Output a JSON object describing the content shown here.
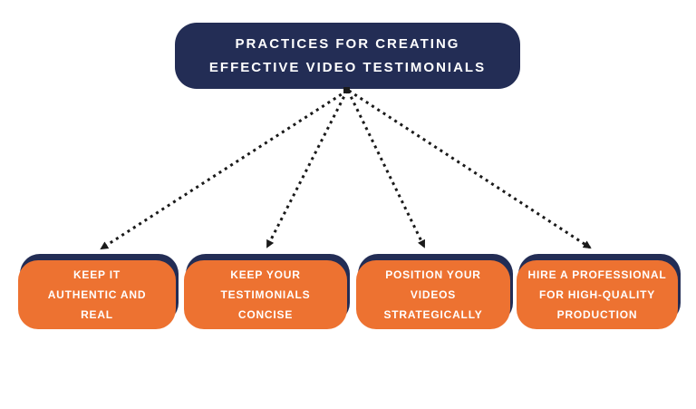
{
  "title": {
    "lines": [
      "PRACTICES FOR CREATING",
      "EFFECTIVE VIDEO TESTIMONIALS"
    ]
  },
  "cards": [
    {
      "label": "KEEP IT AUTHENTIC AND REAL",
      "lines": [
        "KEEP IT",
        "AUTHENTIC AND",
        "REAL"
      ]
    },
    {
      "label": "KEEP YOUR TESTIMONIALS CONCISE",
      "lines": [
        "KEEP YOUR",
        "TESTIMONIALS",
        "CONCISE"
      ]
    },
    {
      "label": "POSITION YOUR VIDEOS STRATEGICALLY",
      "lines": [
        "POSITION YOUR",
        "VIDEOS",
        "STRATEGICALLY"
      ]
    },
    {
      "label": "HIRE A PROFESSIONAL FOR HIGH-QUALITY PRODUCTION",
      "lines": [
        "HIRE A PROFESSIONAL",
        "FOR HIGH-QUALITY",
        "PRODUCTION"
      ]
    }
  ],
  "colors": {
    "navy": "#232D55",
    "orange": "#ED7231",
    "arrow": "#1A1A1A",
    "background": "#FFFFFF",
    "text": "#FFFFFF"
  }
}
